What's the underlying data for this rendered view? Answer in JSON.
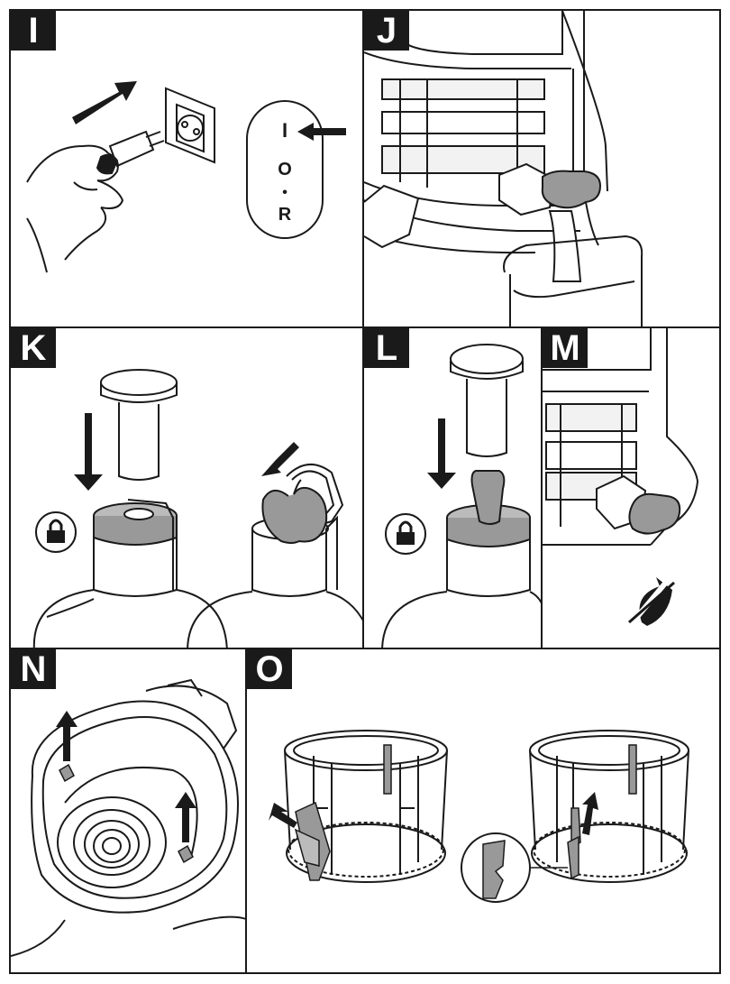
{
  "panels": {
    "i": {
      "label": "I",
      "switch_on": "I",
      "switch_off": "O",
      "switch_dot": "•",
      "switch_reverse": "R"
    },
    "j": {
      "label": "J"
    },
    "k": {
      "label": "K"
    },
    "l": {
      "label": "L"
    },
    "m": {
      "label": "M"
    },
    "n": {
      "label": "N"
    },
    "o": {
      "label": "O"
    }
  },
  "colors": {
    "line": "#1a1a1a",
    "accent_gray": "#999999",
    "dark_gray": "#777777",
    "light_fill": "#eeeeee"
  },
  "icons": [
    "plug-icon",
    "hand-icon",
    "socket-icon",
    "arrow-icon",
    "switch-icon",
    "lock-icon",
    "apple-icon",
    "carrot-icon",
    "juice-cup-icon",
    "no-drip-icon",
    "brush-icon",
    "strainer-icon",
    "magnifier-icon"
  ]
}
